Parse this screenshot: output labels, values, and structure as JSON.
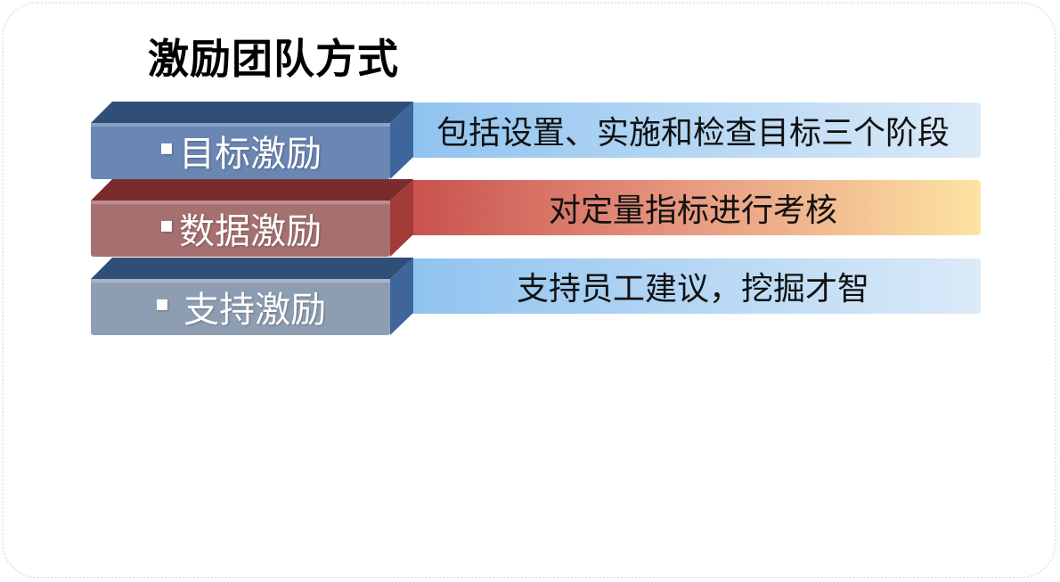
{
  "title": "激励团队方式",
  "items": [
    {
      "label": "目标激励",
      "bullet": "▪",
      "description": "包括设置、实施和检查目标三个阶段",
      "colors": {
        "front": "#6a86b2",
        "top": "#2f4f79",
        "side": "#3f669c",
        "bar_start": "#8fc3f0",
        "bar_end": "#dbeaf8"
      }
    },
    {
      "label": "数据激励",
      "bullet": "▪",
      "description": "对定量指标进行考核",
      "colors": {
        "front": "#a5706f",
        "top": "#7a2c2d",
        "side": "#a33b38",
        "bar_start": "#c8504c",
        "bar_end": "#fde4a2"
      }
    },
    {
      "label": "支持激励",
      "bullet": "▪",
      "description": "支持员工建议，挖掘才智",
      "colors": {
        "front": "#8e9eb2",
        "top": "#2f4f79",
        "side": "#3f669c",
        "bar_start": "#8fc3f0",
        "bar_end": "#dbeaf8"
      }
    }
  ]
}
